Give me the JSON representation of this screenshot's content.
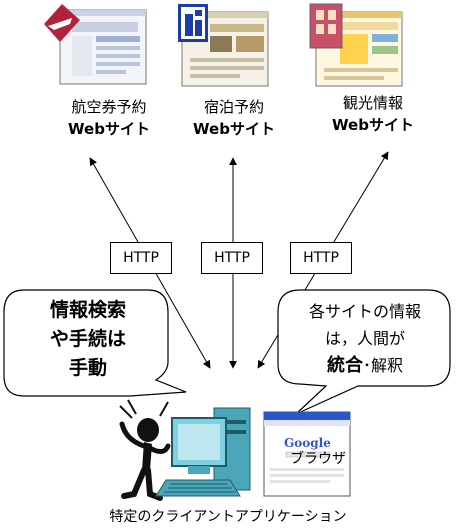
{
  "sites": [
    {
      "name": "航空券予約",
      "web": "Webサイト"
    },
    {
      "name": "宿泊予約",
      "web": "Webサイト"
    },
    {
      "name": "観光情報",
      "web": "Webサイト"
    }
  ],
  "http_label": "HTTP",
  "left_bubble": {
    "lines": [
      "情報検索",
      "や手続は",
      "手動"
    ]
  },
  "right_bubble": {
    "line1": "各サイトの情報",
    "line2": "は，人間が",
    "bold": "統合",
    "dot": "･",
    "rest": "解釈"
  },
  "browser": {
    "google": "Google",
    "label": "ブラウザ"
  },
  "caption": "特定のクライアントアプリケーション",
  "colors": {
    "thumb_red": "#b2223c",
    "thumb_blue": "#1e3ca8",
    "monitor": "#7fd0e0"
  }
}
